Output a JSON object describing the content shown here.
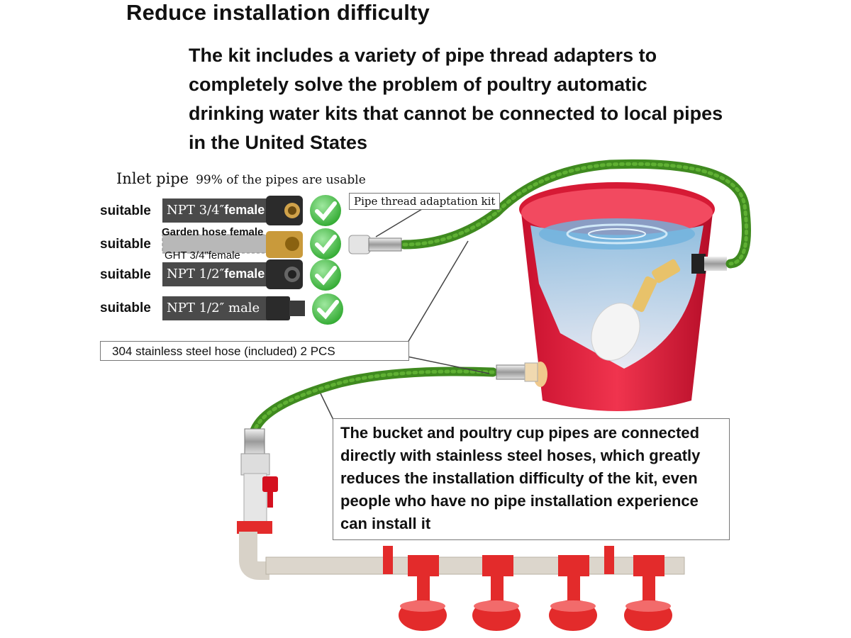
{
  "title": "Reduce installation difficulty",
  "subtitle": "The kit includes a variety of pipe thread adapters to completely solve the problem of poultry automatic drinking water kits that cannot be connected to local pipes in the United States",
  "inlet": {
    "heading_lead": "Inlet pipe",
    "heading_rest": "99% of the pipes are usable",
    "rows": [
      {
        "status": "suitable",
        "label_main": "NPT 3/4″",
        "label_bold": "female"
      },
      {
        "status": "suitable",
        "label_top": "Garden hose female",
        "label_bottom": "GHT 3/4″female"
      },
      {
        "status": "suitable",
        "label_main": "NPT 1/2″",
        "label_bold": "female"
      },
      {
        "status": "suitable",
        "label_main": "NPT 1/2″ male"
      }
    ]
  },
  "kit_label": "Pipe thread adaptation kit",
  "hose_label": "304 stainless steel hose (included)  2 PCS",
  "info_text": "The bucket and poultry cup pipes are connected directly with stainless steel hoses, which greatly reduces the installation difficulty of the kit, even people who have no pipe installation experience can install it",
  "icons": [
    "check-icon",
    "bucket-icon",
    "float-valve-icon",
    "ball-valve-icon",
    "water-cup-icon"
  ],
  "colors": {
    "hose_green": "#3f8a1f",
    "bucket_red": "#e0203a",
    "check_green": "#3fbf3f",
    "cup_red": "#e32b2b"
  }
}
